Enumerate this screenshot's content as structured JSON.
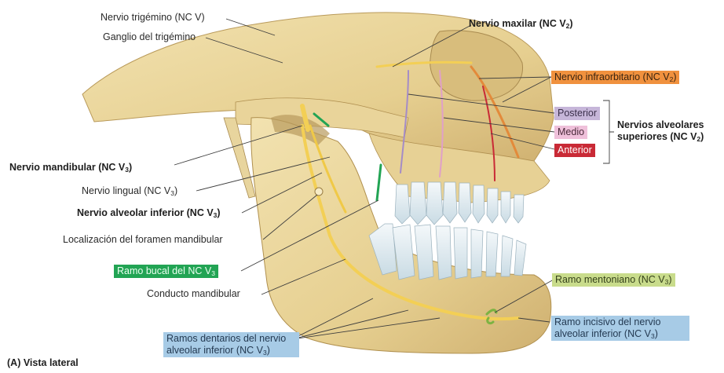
{
  "figure": {
    "panel_label": "(A) Vista lateral",
    "labels": {
      "trigemino": "Nervio trigémino (NC V)",
      "ganglio": "Ganglio del trigémino",
      "maxilar": "Nervio maxilar (NC V",
      "maxilar_sub": "2",
      "infraorbitario": "Nervio infraorbitario (NC V",
      "infraorbitario_sub": "2",
      "posterior": "Posterior",
      "medio": "Medio",
      "anterior": "Anterior",
      "alveolares_1": "Nervios alveolares",
      "alveolares_2": "superiores (NC V",
      "alveolares_sub": "2",
      "mandibular": "Nervio mandibular (NC V",
      "mandibular_sub": "3",
      "lingual": "Nervio lingual (NC V",
      "lingual_sub": "3",
      "alveolar_inferior": "Nervio alveolar inferior (NC V",
      "alveolar_inferior_sub": "3",
      "foramen": "Localización del foramen mandibular",
      "bucal": "Ramo bucal del NC V",
      "bucal_sub": "3",
      "conducto": "Conducto mandibular",
      "mentoniano": "Ramo mentoniano (NC V",
      "mentoniano_sub": "3",
      "incisivo_1": "Ramo incisivo del nervio",
      "incisivo_2": "alveolar inferior (NC V",
      "incisivo_sub": "3",
      "dentarios_1": "Ramos dentarios del nervio",
      "dentarios_2": "alveolar inferior (NC V",
      "dentarios_sub": "3"
    },
    "colors": {
      "bone": "#ecd9a0",
      "bone_shadow": "#c9a865",
      "nerve": "#f3d060",
      "tooth": "#e4eef3",
      "orange_box": "#f0913e",
      "purple_box": "#c6b6d9",
      "pink_box": "#efc0da",
      "red_box": "#c92a36",
      "green_box": "#22a454",
      "lime_box": "#c9dc8c",
      "blue_box": "#a7cbe6"
    }
  }
}
